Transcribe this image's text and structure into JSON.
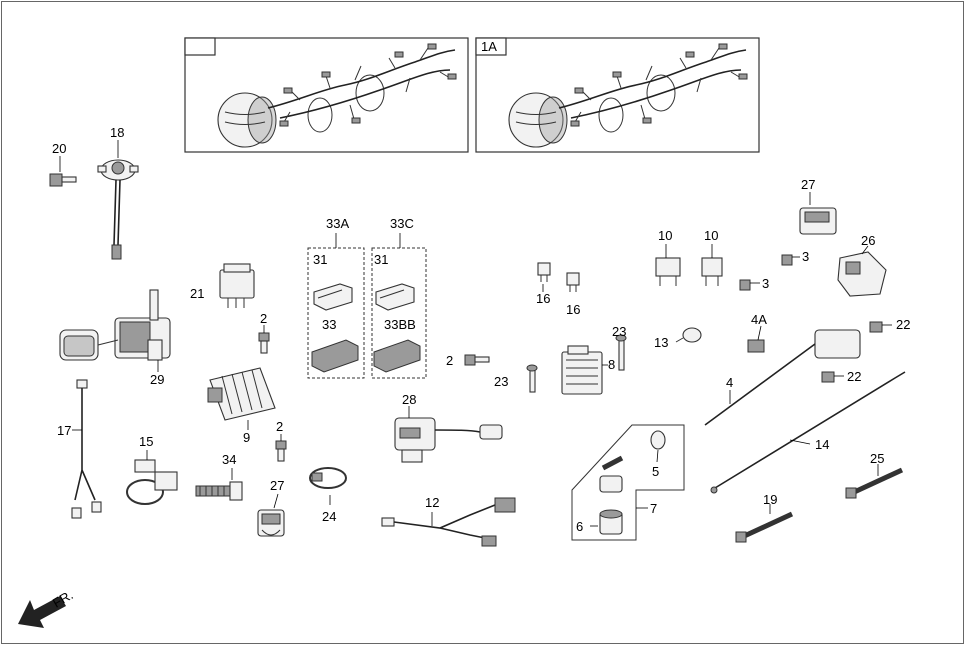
{
  "inset_labels": [
    "1A"
  ],
  "direction": "FR.",
  "parts": [
    {
      "id": "p20",
      "label": "20"
    },
    {
      "id": "p18",
      "label": "18"
    },
    {
      "id": "p21",
      "label": "21"
    },
    {
      "id": "p2a",
      "label": "2"
    },
    {
      "id": "p29",
      "label": "29"
    },
    {
      "id": "p17",
      "label": "17"
    },
    {
      "id": "p9",
      "label": "9"
    },
    {
      "id": "p2b",
      "label": "2"
    },
    {
      "id": "p15",
      "label": "15"
    },
    {
      "id": "p34",
      "label": "34"
    },
    {
      "id": "p27b",
      "label": "27"
    },
    {
      "id": "p24",
      "label": "24"
    },
    {
      "id": "p33a",
      "label": "33A"
    },
    {
      "id": "p33c",
      "label": "33C"
    },
    {
      "id": "p31a",
      "label": "31"
    },
    {
      "id": "p31b",
      "label": "31"
    },
    {
      "id": "p33",
      "label": "33"
    },
    {
      "id": "p33bb",
      "label": "33BB"
    },
    {
      "id": "p2c",
      "label": "2"
    },
    {
      "id": "p23a",
      "label": "23"
    },
    {
      "id": "p23b",
      "label": "23"
    },
    {
      "id": "p28",
      "label": "28"
    },
    {
      "id": "p12",
      "label": "12"
    },
    {
      "id": "p16a",
      "label": "16"
    },
    {
      "id": "p16b",
      "label": "16"
    },
    {
      "id": "p8",
      "label": "8"
    },
    {
      "id": "p10a",
      "label": "10"
    },
    {
      "id": "p10b",
      "label": "10"
    },
    {
      "id": "p13",
      "label": "13"
    },
    {
      "id": "p3a",
      "label": "3"
    },
    {
      "id": "p3b",
      "label": "3"
    },
    {
      "id": "p27a",
      "label": "27"
    },
    {
      "id": "p26",
      "label": "26"
    },
    {
      "id": "p4a",
      "label": "4A"
    },
    {
      "id": "p22a",
      "label": "22"
    },
    {
      "id": "p22b",
      "label": "22"
    },
    {
      "id": "p4",
      "label": "4"
    },
    {
      "id": "p14",
      "label": "14"
    },
    {
      "id": "p5",
      "label": "5"
    },
    {
      "id": "p7",
      "label": "7"
    },
    {
      "id": "p6",
      "label": "6"
    },
    {
      "id": "p19",
      "label": "19"
    },
    {
      "id": "p25",
      "label": "25"
    }
  ]
}
